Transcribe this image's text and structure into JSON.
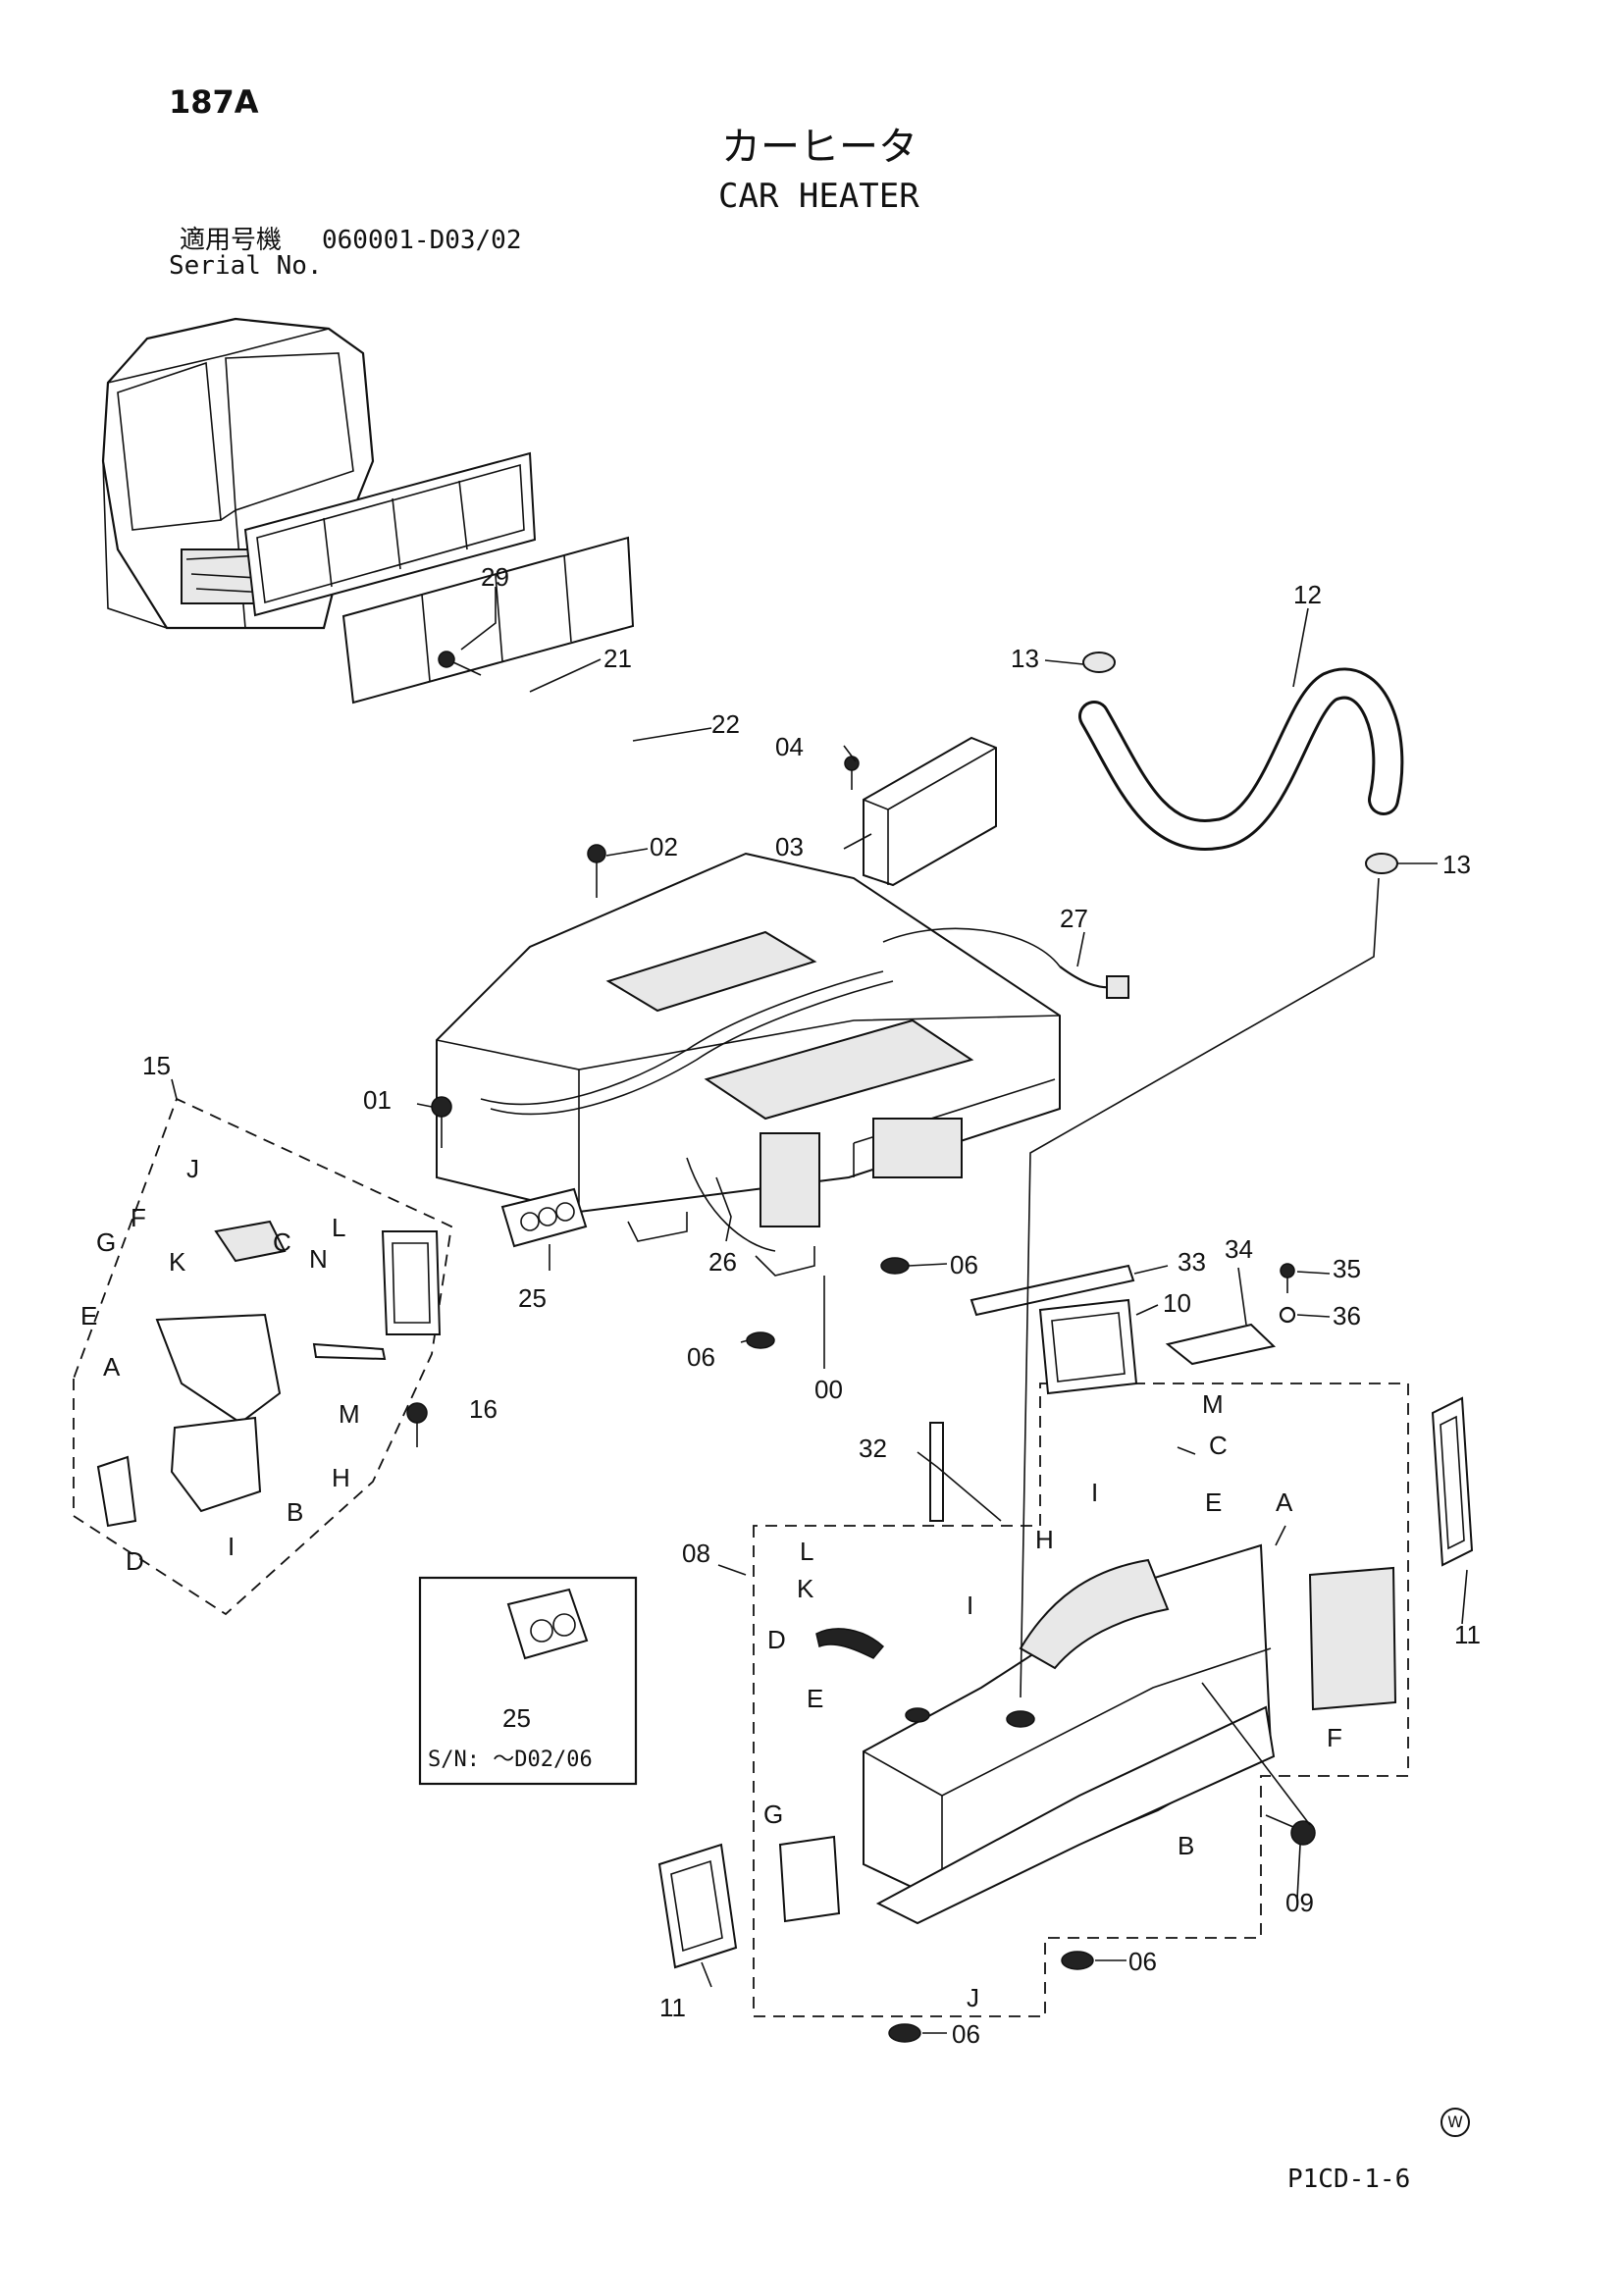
{
  "page": {
    "number": "187A",
    "title_jp": "カーヒータ",
    "title_en": "CAR HEATER",
    "serial_label_jp": "適用号機",
    "serial_value": "060001-D03/02",
    "serial_label_en": "Serial No.",
    "footer_code": "P1CD-1-6",
    "watermark_symbol": "W"
  },
  "inset": {
    "label": "S/N: ～D02/06",
    "part": "25"
  },
  "callouts": {
    "c29": "29",
    "c21": "21",
    "c22": "22",
    "c04": "04",
    "c03": "03",
    "c02": "02",
    "c12": "12",
    "c13a": "13",
    "c13b": "13",
    "c27": "27",
    "c15": "15",
    "c01": "01",
    "c25": "25",
    "c26": "26",
    "c06a": "06",
    "c06b": "06",
    "c00": "00",
    "c16": "16",
    "c33": "33",
    "c34": "34",
    "c35": "35",
    "c36": "36",
    "c10": "10",
    "c32": "32",
    "c08": "08",
    "c11a": "11",
    "c11b": "11",
    "c09": "09",
    "c06c": "06",
    "c06d": "06",
    "lJ1": "J",
    "lF1": "F",
    "lG1": "G",
    "lK1": "K",
    "lE1": "E",
    "lC1": "C",
    "lL1": "L",
    "lN1": "N",
    "lA1": "A",
    "lM1": "M",
    "lH1": "H",
    "lB1": "B",
    "lI1": "I",
    "lD1": "D",
    "lM2": "M",
    "lC2": "C",
    "lE2": "E",
    "lA2": "A",
    "lI2": "I",
    "lH2": "H",
    "lL2": "L",
    "lK2": "K",
    "lI3": "I",
    "lD2": "D",
    "lE3": "E",
    "lG2": "G",
    "lF2": "F",
    "lB2": "B",
    "lJ2": "J"
  }
}
